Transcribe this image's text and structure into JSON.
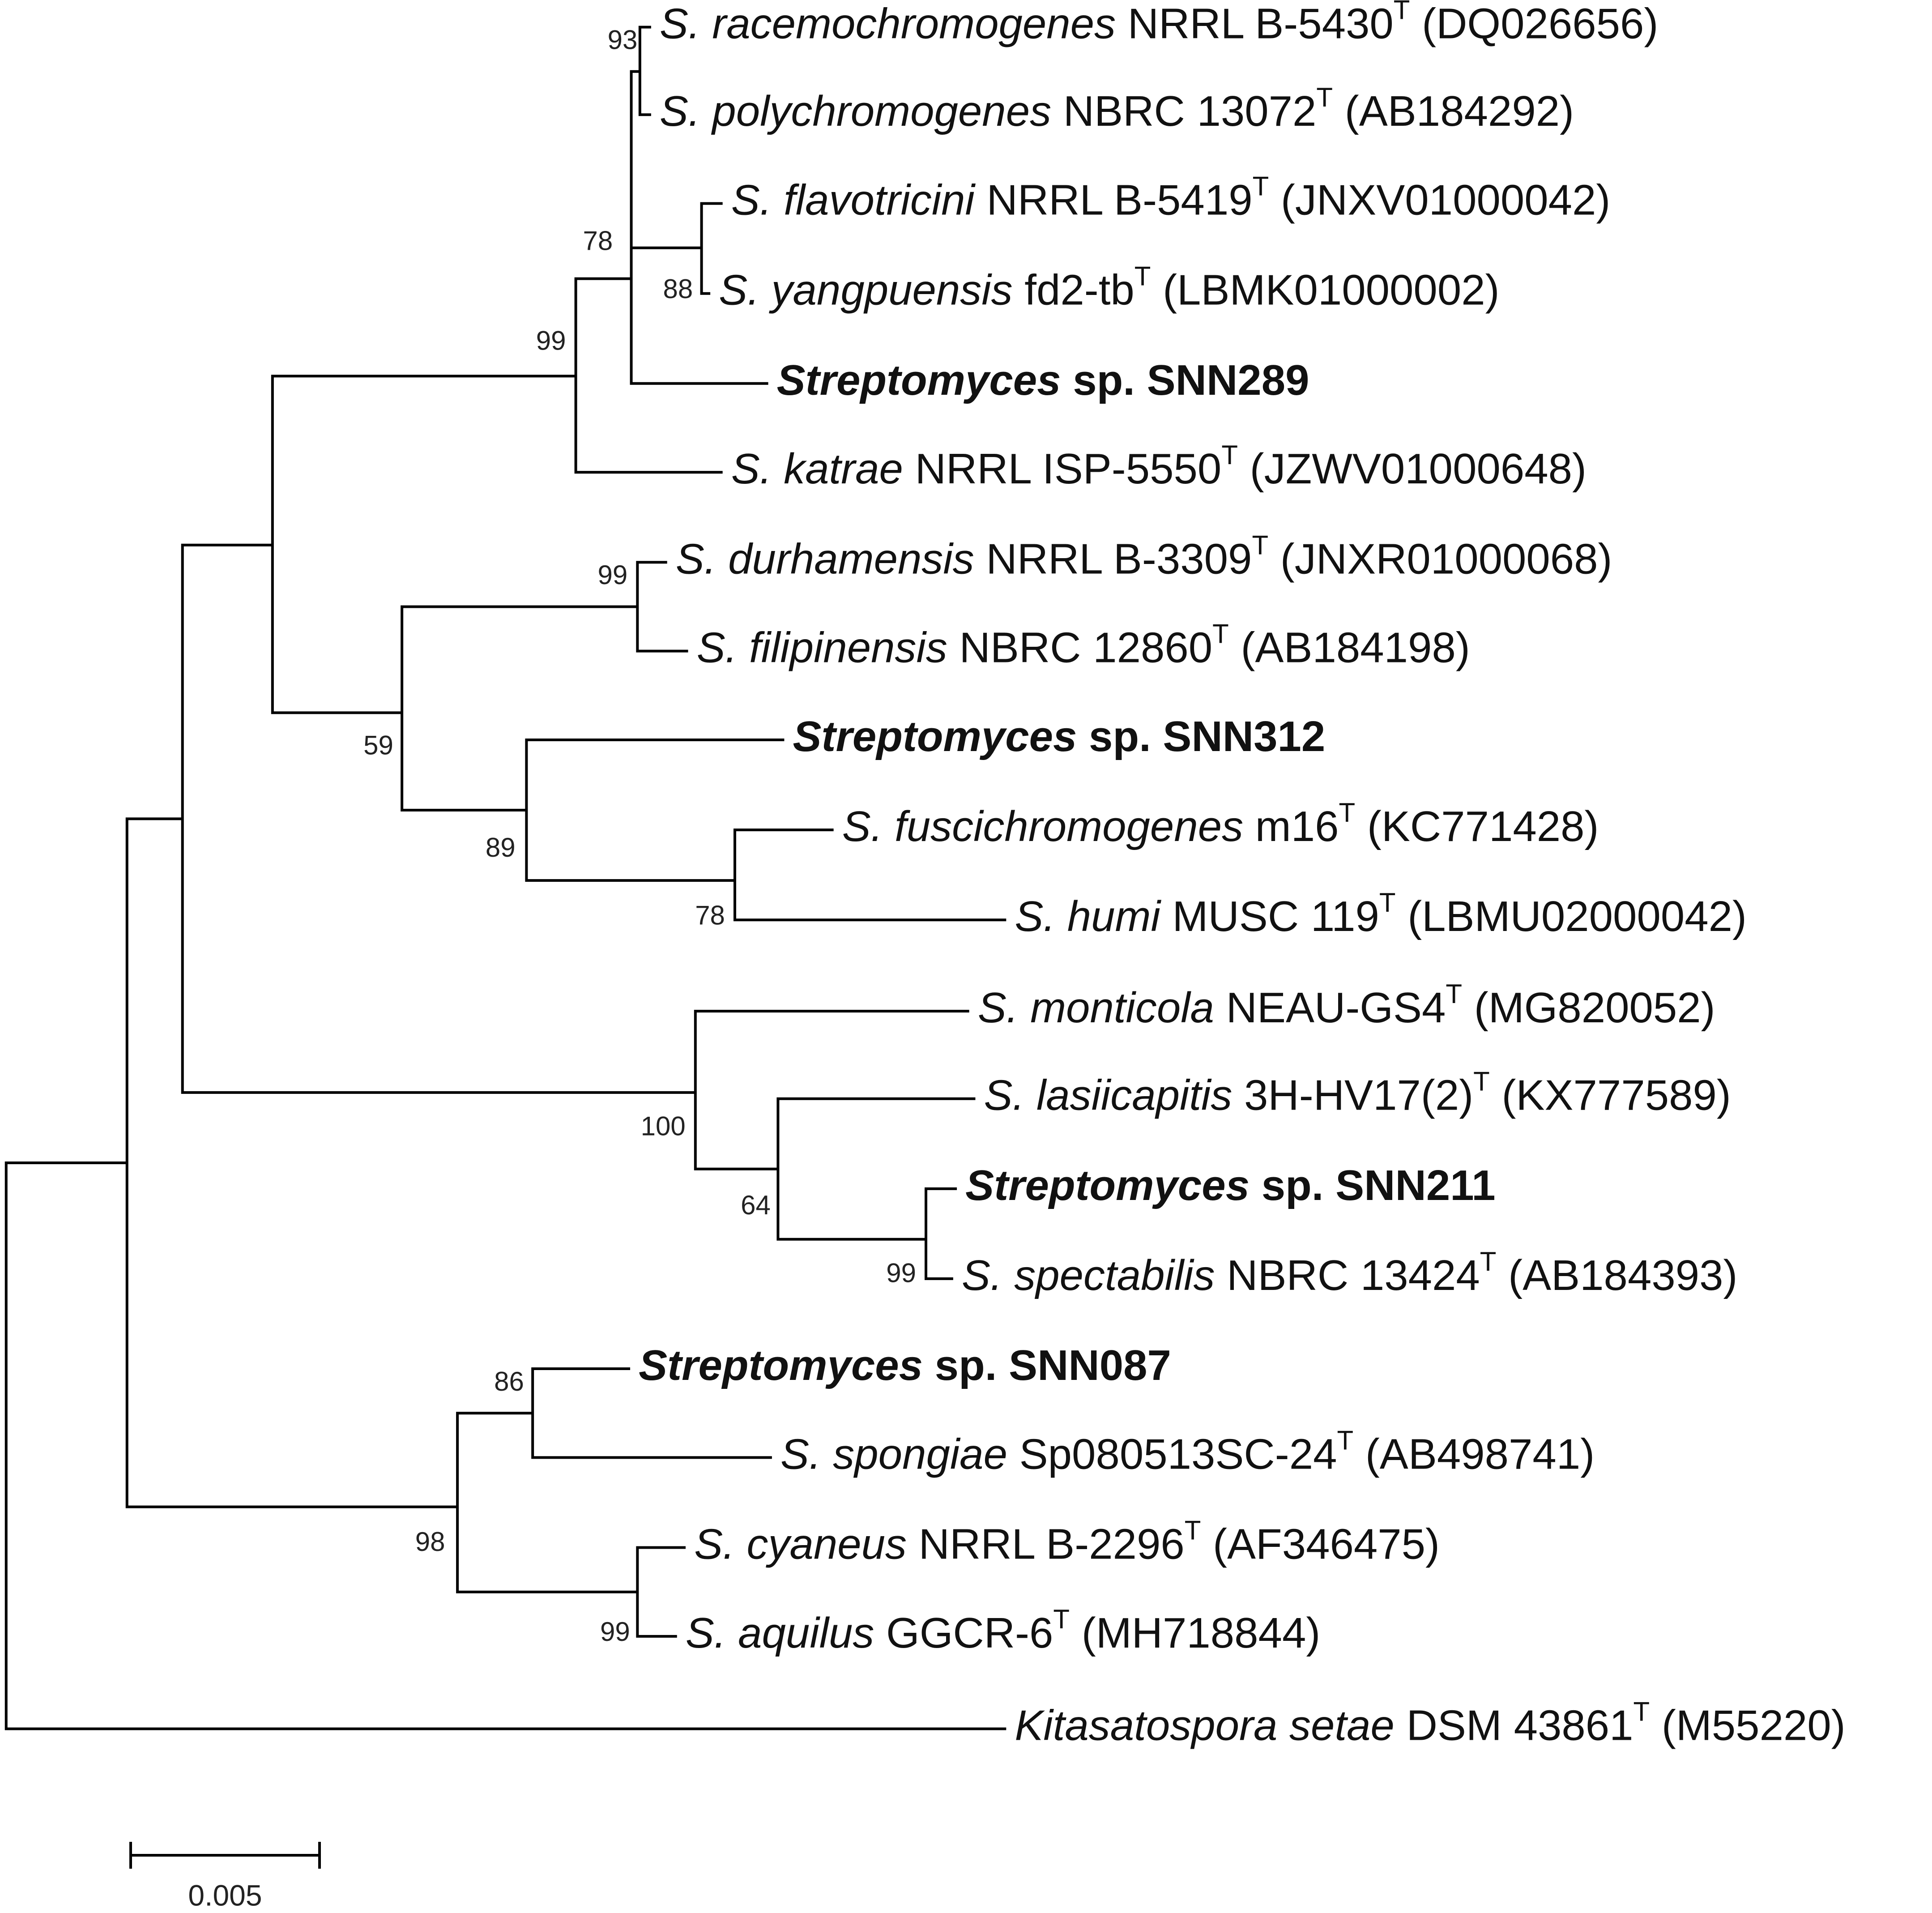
{
  "tree": {
    "leaves": [
      {
        "id": "racemochromogenes",
        "species": "S. racemochromogenes",
        "strain": "NRRL B-5430",
        "sup": "T",
        "accession": "(DQ026656)",
        "isolate": false
      },
      {
        "id": "polychromogenes",
        "species": "S. polychromogenes",
        "strain": "NBRC 13072",
        "sup": "T",
        "accession": "(AB184292)",
        "isolate": false
      },
      {
        "id": "flavotricini",
        "species": "S. flavotricini",
        "strain": "NRRL B-5419",
        "sup": "T",
        "accession": "(JNXV01000042)",
        "isolate": false
      },
      {
        "id": "yangpuensis",
        "species": "S. yangpuensis",
        "strain": "fd2-tb",
        "sup": "T",
        "accession": "(LBMK01000002)",
        "isolate": false
      },
      {
        "id": "snn289",
        "species": "Streptomyces",
        "strain": "sp. SNN289",
        "sup": "",
        "accession": "",
        "isolate": true
      },
      {
        "id": "katrae",
        "species": "S. katrae",
        "strain": "NRRL ISP-5550",
        "sup": "T",
        "accession": "(JZWV01000648)",
        "isolate": false
      },
      {
        "id": "durhamensis",
        "species": "S. durhamensis",
        "strain": "NRRL B-3309",
        "sup": "T",
        "accession": "(JNXR01000068)",
        "isolate": false
      },
      {
        "id": "filipinensis",
        "species": "S. filipinensis",
        "strain": "NBRC 12860",
        "sup": "T",
        "accession": "(AB184198)",
        "isolate": false
      },
      {
        "id": "snn312",
        "species": "Streptomyces",
        "strain": "sp. SNN312",
        "sup": "",
        "accession": "",
        "isolate": true
      },
      {
        "id": "fuscichromogenes",
        "species": "S. fuscichromogenes",
        "strain": "m16",
        "sup": "T",
        "accession": "(KC771428)",
        "isolate": false
      },
      {
        "id": "humi",
        "species": "S. humi",
        "strain": "MUSC 119",
        "sup": "T",
        "accession": "(LBMU02000042)",
        "isolate": false
      },
      {
        "id": "monticola",
        "species": "S. monticola",
        "strain": "NEAU-GS4",
        "sup": "T",
        "accession": "(MG820052)",
        "isolate": false
      },
      {
        "id": "lasiicapitis",
        "species": "S. lasiicapitis",
        "strain": "3H-HV17(2)",
        "sup": "T",
        "accession": "(KX777589)",
        "isolate": false
      },
      {
        "id": "snn211",
        "species": "Streptomyces",
        "strain": "sp. SNN211",
        "sup": "",
        "accession": "",
        "isolate": true
      },
      {
        "id": "spectabilis",
        "species": "S. spectabilis",
        "strain": "NBRC 13424",
        "sup": "T",
        "accession": "(AB184393)",
        "isolate": false
      },
      {
        "id": "snn087",
        "species": "Streptomyces",
        "strain": "sp. SNN087",
        "sup": "",
        "accession": "",
        "isolate": true
      },
      {
        "id": "spongiae",
        "species": "S. spongiae",
        "strain": "Sp080513SC-24",
        "sup": "T",
        "accession": "(AB498741)",
        "isolate": false
      },
      {
        "id": "cyaneus",
        "species": "S. cyaneus",
        "strain": "NRRL B-2296",
        "sup": "T",
        "accession": "(AF346475)",
        "isolate": false
      },
      {
        "id": "aquilus",
        "species": "S. aquilus",
        "strain": "GGCR-6",
        "sup": "T",
        "accession": "(MH718844)",
        "isolate": false
      },
      {
        "id": "kitasatospora",
        "species": "Kitasatospora setae",
        "strain": "DSM 43861",
        "sup": "T",
        "accession": "(M55220)",
        "isolate": false
      }
    ],
    "bootstrap": [
      "93",
      "88",
      "78",
      "99",
      "99",
      "78",
      "89",
      "59",
      "99",
      "64",
      "100",
      "86",
      "99",
      "98"
    ],
    "scale_label": "0.005"
  },
  "colors": {
    "line": "#000000",
    "text": "#111111"
  }
}
